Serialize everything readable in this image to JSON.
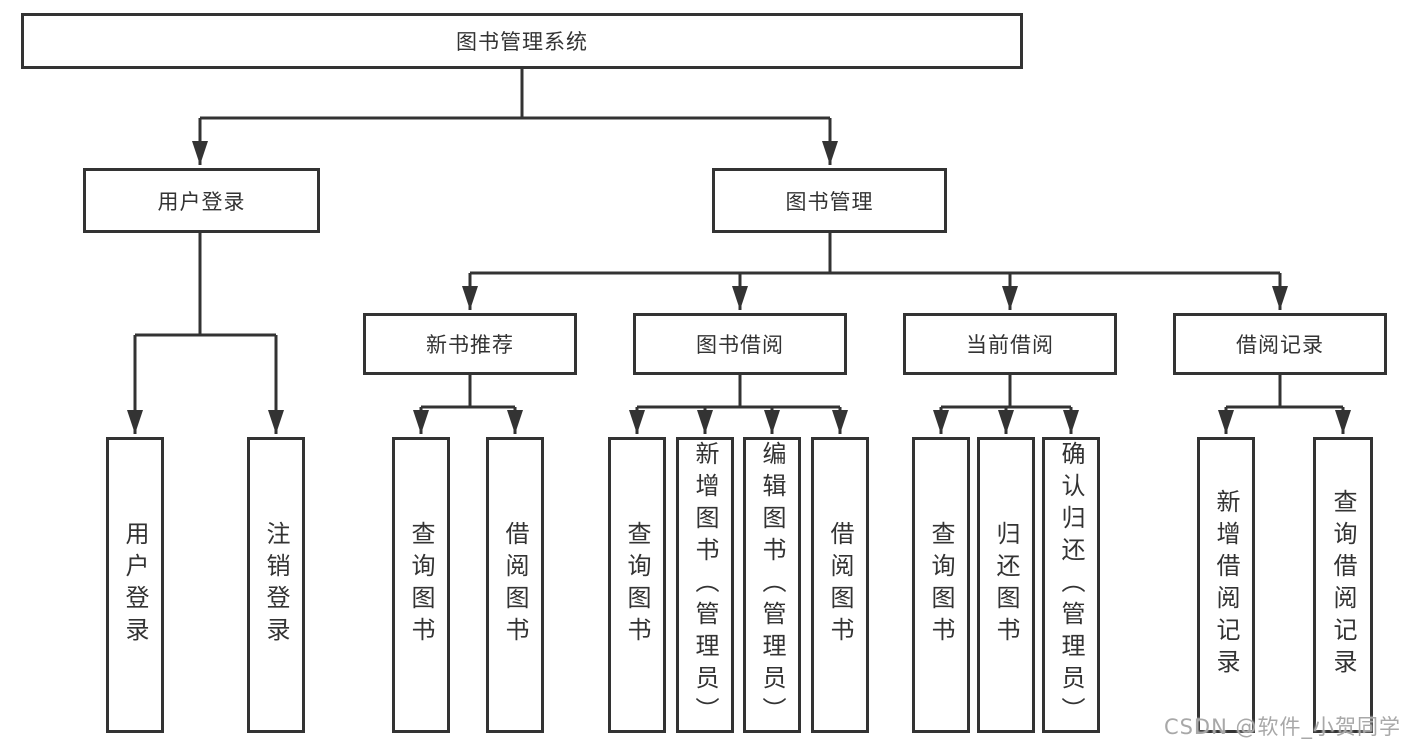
{
  "tree": {
    "root": {
      "label": "图书管理系统",
      "children": [
        {
          "label": "用户登录",
          "children": [
            {
              "label": "用户登录"
            },
            {
              "label": "注销登录"
            }
          ]
        },
        {
          "label": "图书管理",
          "children": [
            {
              "label": "新书推荐",
              "children": [
                {
                  "label": "查询图书"
                },
                {
                  "label": "借阅图书"
                }
              ]
            },
            {
              "label": "图书借阅",
              "children": [
                {
                  "label": "查询图书"
                },
                {
                  "label": "新增图书（管理员）"
                },
                {
                  "label": "编辑图书（管理员）"
                },
                {
                  "label": "借阅图书"
                }
              ]
            },
            {
              "label": "当前借阅",
              "children": [
                {
                  "label": "查询图书"
                },
                {
                  "label": "归还图书"
                },
                {
                  "label": "确认归还（管理员）"
                }
              ]
            },
            {
              "label": "借阅记录",
              "children": [
                {
                  "label": "新增借阅记录"
                },
                {
                  "label": "查询借阅记录"
                }
              ]
            }
          ]
        }
      ]
    }
  },
  "watermark": {
    "text": "CSDN @软件_小贺同学"
  },
  "colors": {
    "line": "#333333",
    "box_border": "#333333",
    "text": "#333333",
    "watermark": "#a8a8a8",
    "background": "#ffffff"
  }
}
